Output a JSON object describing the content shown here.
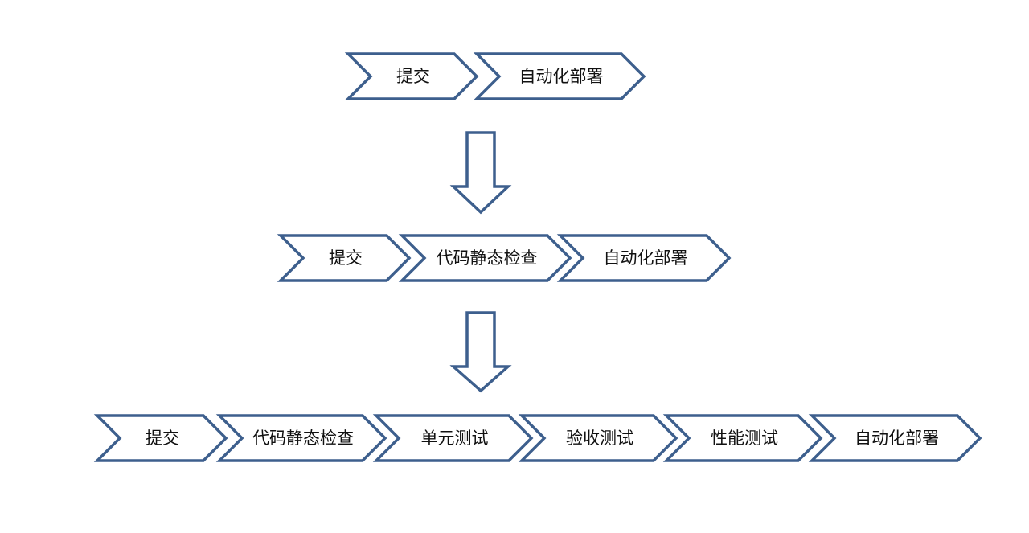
{
  "rows": [
    {
      "steps": [
        "提交",
        "自动化部署"
      ]
    },
    {
      "steps": [
        "提交",
        "代码静态检查",
        "自动化部署"
      ]
    },
    {
      "steps": [
        "提交",
        "代码静态检查",
        "单元测试",
        "验收测试",
        "性能测试",
        "自动化部署"
      ]
    }
  ],
  "colors": {
    "stroke": "#3d5f8d",
    "fill": "#ffffff",
    "text": "#111111"
  },
  "icons": {
    "step": "chevron-arrow-icon",
    "transition": "down-arrow-icon"
  }
}
